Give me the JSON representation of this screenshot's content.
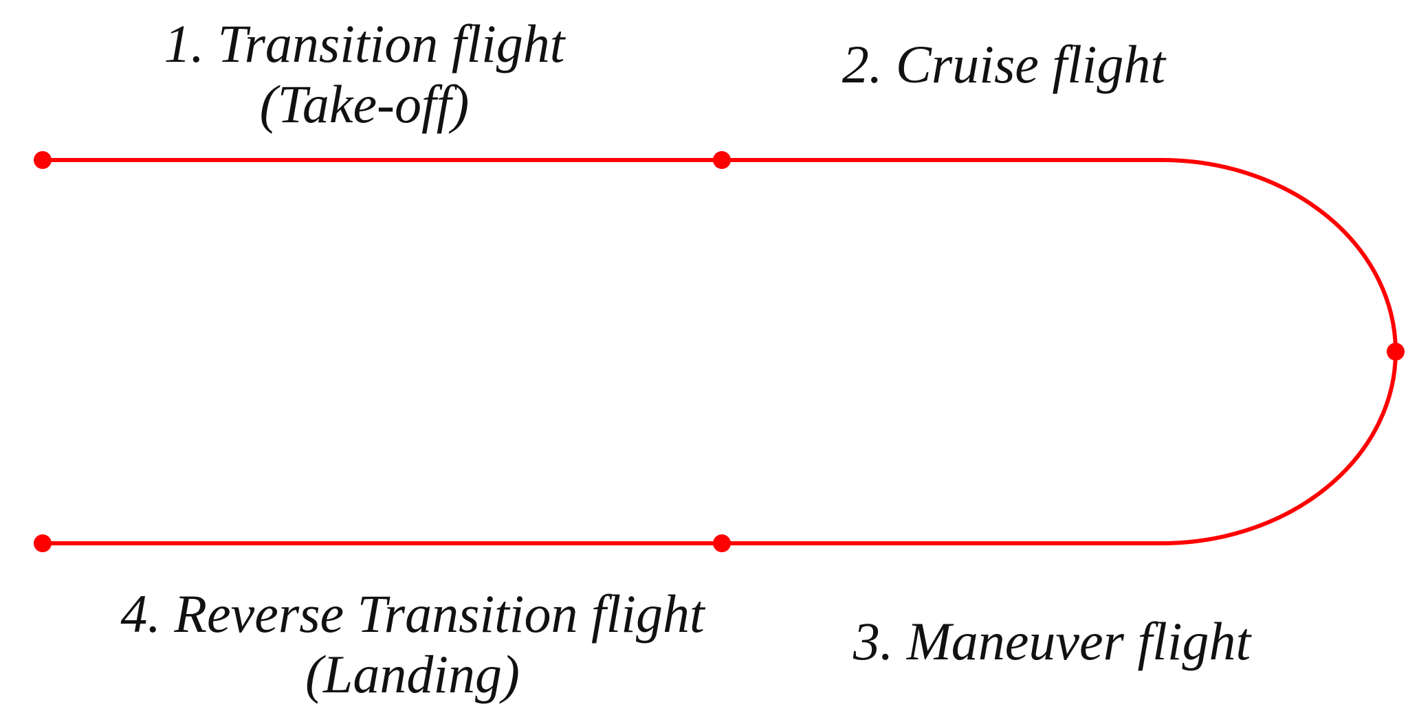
{
  "diagram": {
    "path_color": "#ff0000",
    "phases": [
      {
        "id": "transition",
        "line1": "1. Transition flight",
        "line2": "(Take-off)"
      },
      {
        "id": "cruise",
        "line1": "2. Cruise flight"
      },
      {
        "id": "maneuver",
        "line1": "3. Maneuver flight"
      },
      {
        "id": "reverse-transition",
        "line1": "4. Reverse Transition flight",
        "line2": "(Landing)"
      }
    ]
  }
}
